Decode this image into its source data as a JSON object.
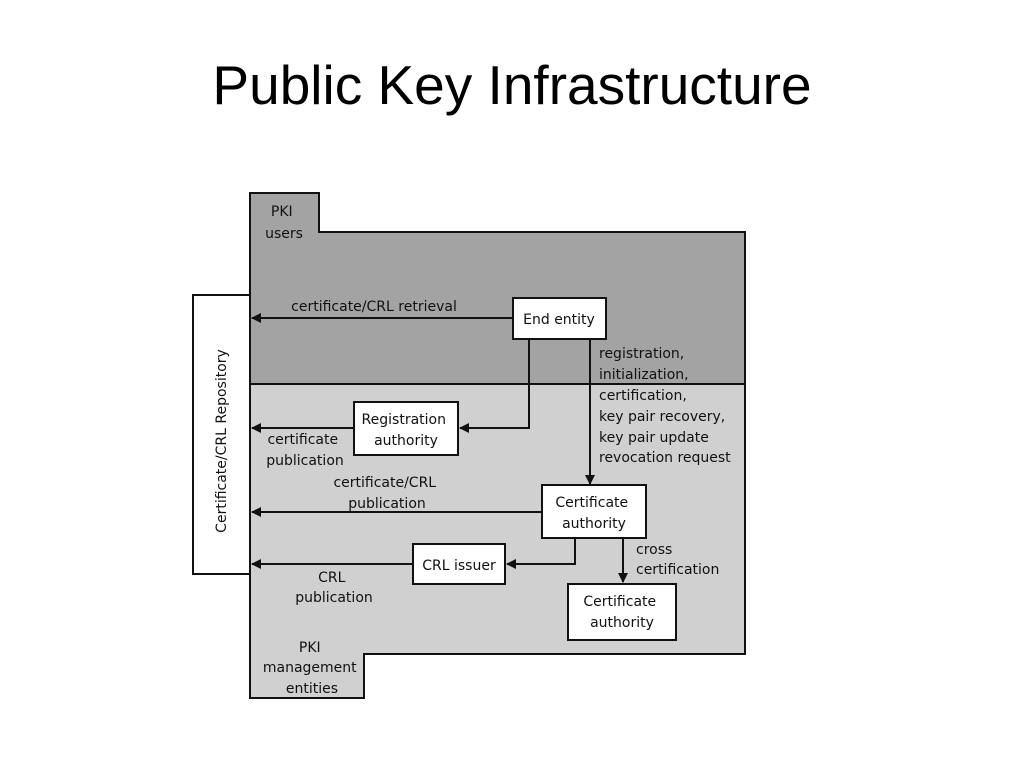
{
  "slide": {
    "title": "Public Key Infrastructure"
  },
  "diagram": {
    "regions": {
      "users": [
        "PKI",
        "users"
      ],
      "management": [
        "PKI",
        "management",
        "entities"
      ]
    },
    "repository": "Certificate/CRL Repository",
    "nodes": {
      "end_entity": [
        "End entity"
      ],
      "registration_authority": [
        "Registration",
        "authority"
      ],
      "certificate_authority": [
        "Certificate",
        "authority"
      ],
      "crl_issuer": [
        "CRL issuer"
      ],
      "certificate_authority_2": [
        "Certificate",
        "authority"
      ]
    },
    "edges": {
      "retrieval": [
        "certificate/CRL retrieval"
      ],
      "registration": [
        "registration,",
        "initialization,",
        "certification,",
        "key pair recovery,",
        "key pair update",
        "revocation request"
      ],
      "cert_publication": [
        "certificate",
        "publication"
      ],
      "certcrl_publication": [
        "certificate/CRL",
        "publication"
      ],
      "crl_publication": [
        "CRL",
        "publication"
      ],
      "cross_certification": [
        "cross",
        "certification"
      ]
    },
    "colors": {
      "users_region": "#a3a3a3",
      "management_region": "#d0d0d0",
      "box_fill": "#ffffff",
      "stroke": "#111111"
    }
  }
}
